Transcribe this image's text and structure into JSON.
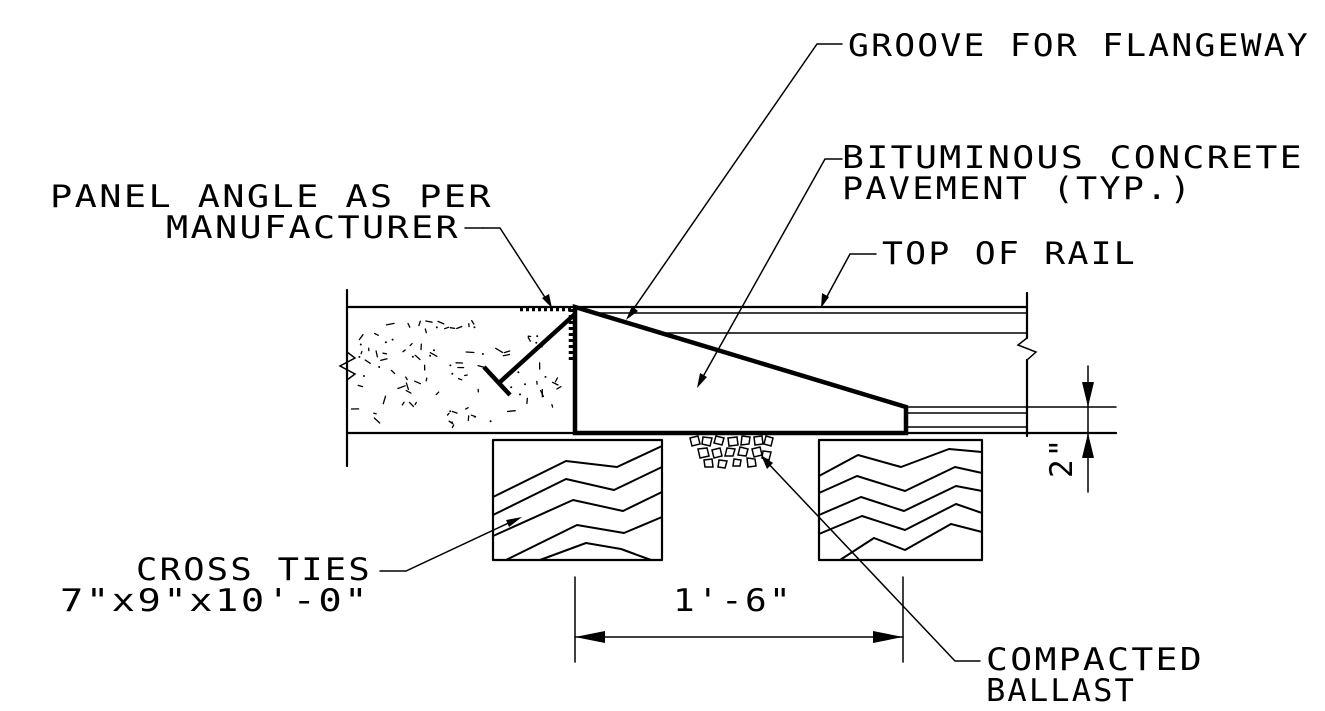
{
  "labels": {
    "groove": "GROOVE FOR FLANGEWAY",
    "bituminous_line1": "BITUMINOUS CONCRETE",
    "bituminous_line2": "PAVEMENT (TYP.)",
    "panel_line1": "PANEL ANGLE AS PER",
    "panel_line2": "MANUFACTURER",
    "top_of_rail": "TOP OF RAIL",
    "cross_ties_line1": "CROSS TIES",
    "cross_ties_line2": "7\"x9\"x10'-0\"",
    "ballast_line1": "COMPACTED",
    "ballast_line2": "BALLAST"
  },
  "dimensions": {
    "tie_spacing": "1'-6\"",
    "depth": "2\""
  }
}
